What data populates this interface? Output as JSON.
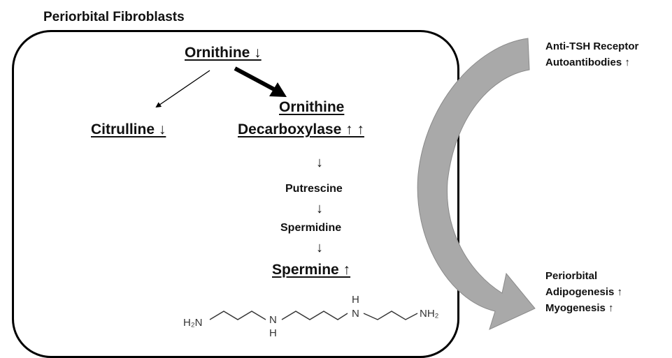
{
  "title": "Periorbital Fibroblasts",
  "nodes": {
    "ornithine": "Ornithine ↓",
    "citrulline": "Citrulline ↓",
    "odc_line1": "Ornithine",
    "odc_line2": "Decarboxylase ↑ ↑",
    "putrescine": "Putrescine",
    "spermidine": "Spermidine",
    "spermine": "Spermine ↑"
  },
  "arrows": {
    "down": "↓"
  },
  "right_panel": {
    "autoantibodies_line1": "Anti-TSH Receptor",
    "autoantibodies_line2": "Autoantibodies ↑",
    "effects_line1": "Periorbital",
    "effects_line2": "Adipogenesis ↑",
    "effects_line3": "Myogenesis ↑"
  },
  "molecule": {
    "label_left": "H₂N",
    "label_n1": "N",
    "label_h1": "H",
    "label_n2": "N",
    "label_h2": "H",
    "label_right": "NH₂"
  },
  "colors": {
    "outline": "#000000",
    "curved_arrow_fill": "#a9a9a9",
    "curved_arrow_edge": "#8a8a8a"
  }
}
